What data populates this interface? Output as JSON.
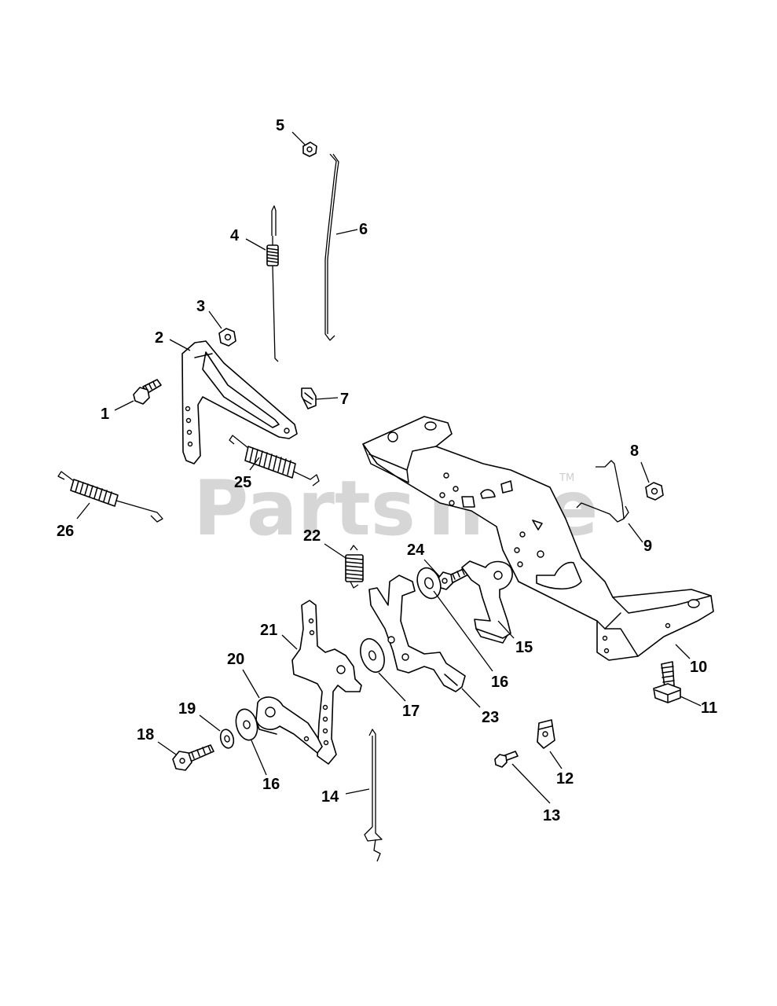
{
  "watermark": {
    "text": "PartsTree",
    "trademark": "TM"
  },
  "callouts": [
    {
      "id": "c1",
      "label": "1"
    },
    {
      "id": "c2",
      "label": "2"
    },
    {
      "id": "c3",
      "label": "3"
    },
    {
      "id": "c4",
      "label": "4"
    },
    {
      "id": "c5",
      "label": "5"
    },
    {
      "id": "c6",
      "label": "6"
    },
    {
      "id": "c7",
      "label": "7"
    },
    {
      "id": "c8",
      "label": "8"
    },
    {
      "id": "c9",
      "label": "9"
    },
    {
      "id": "c10",
      "label": "10"
    },
    {
      "id": "c11",
      "label": "11"
    },
    {
      "id": "c12",
      "label": "12"
    },
    {
      "id": "c13",
      "label": "13"
    },
    {
      "id": "c14",
      "label": "14"
    },
    {
      "id": "c15",
      "label": "15"
    },
    {
      "id": "c16a",
      "label": "16"
    },
    {
      "id": "c16b",
      "label": "16"
    },
    {
      "id": "c17",
      "label": "17"
    },
    {
      "id": "c18",
      "label": "18"
    },
    {
      "id": "c19",
      "label": "19"
    },
    {
      "id": "c20",
      "label": "20"
    },
    {
      "id": "c21",
      "label": "21"
    },
    {
      "id": "c22",
      "label": "22"
    },
    {
      "id": "c23",
      "label": "23"
    },
    {
      "id": "c24",
      "label": "24"
    },
    {
      "id": "c25",
      "label": "25"
    },
    {
      "id": "c26",
      "label": "26"
    }
  ]
}
